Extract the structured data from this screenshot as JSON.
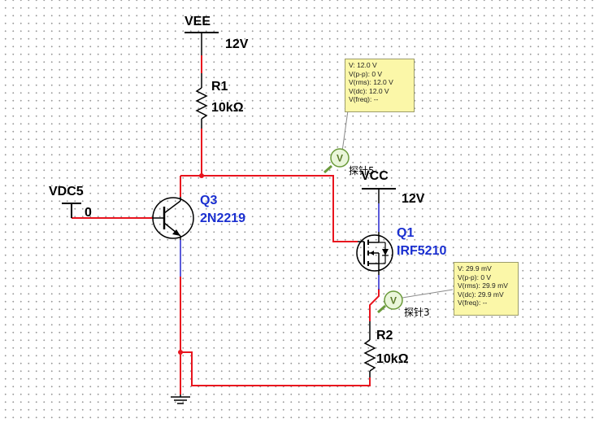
{
  "components": {
    "vee": {
      "name": "VEE",
      "value": "12V"
    },
    "vcc": {
      "name": "VCC",
      "value": "12V"
    },
    "r1": {
      "name": "R1",
      "value": "10kΩ"
    },
    "r2": {
      "name": "R2",
      "value": "10kΩ"
    },
    "q3": {
      "name": "Q3",
      "model": "2N2219"
    },
    "q1": {
      "name": "Q1",
      "model": "IRF5210"
    },
    "vdc5": {
      "name": "VDC5",
      "value": "0"
    }
  },
  "probes": [
    {
      "name": "探针5",
      "symbol": "V",
      "readings": [
        "V: 12.0 V",
        "V(p-p): 0 V",
        "V(rms): 12.0 V",
        "V(dc): 12.0 V",
        "V(freq): --"
      ]
    },
    {
      "name": "探针3",
      "symbol": "V",
      "readings": [
        "V: 29.9 mV",
        "V(p-p): 0 V",
        "V(rms): 29.9 mV",
        "V(dc): 29.9 mV",
        "V(freq): --"
      ]
    }
  ],
  "colors": {
    "active_wire": "#e8141e",
    "inactive_wire": "#2222cc",
    "component": "#000000",
    "label_blue": "#1a2fd0",
    "probe_fill": "#eaf6da",
    "probe_stroke": "#6a9a3a",
    "meter_bg": "#fbf7a8"
  }
}
